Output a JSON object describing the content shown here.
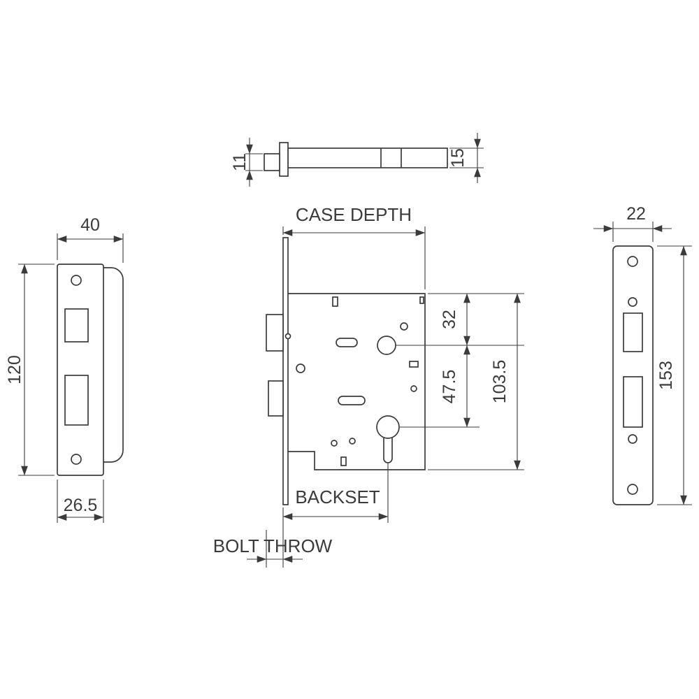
{
  "drawing": {
    "labels": {
      "case_depth": "CASE DEPTH",
      "backset": "BACKSET",
      "bolt_throw": "BOLT THROW"
    },
    "dims": {
      "spindle_end": "11",
      "spindle_shaft": "15",
      "strike_width": "40",
      "strike_height": "120",
      "strike_bottom_width": "26.5",
      "top_to_follower": "32",
      "follower_to_cylinder": "47.5",
      "case_height": "103.5",
      "forend_width": "22",
      "forend_height": "153"
    }
  }
}
